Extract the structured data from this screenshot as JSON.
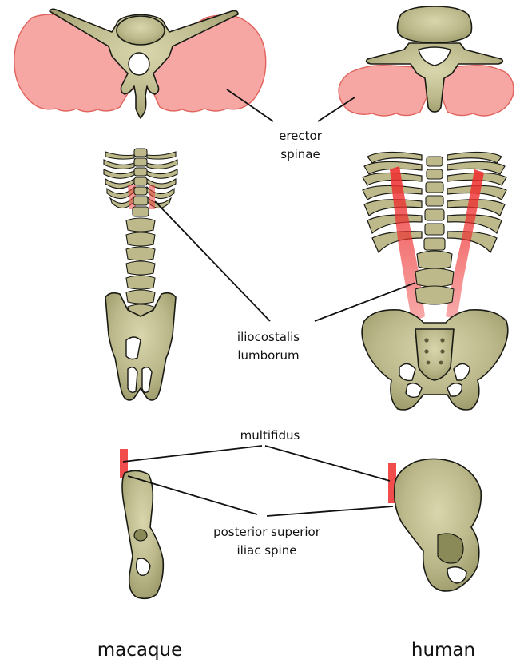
{
  "labels": {
    "erector_line1": "erector",
    "erector_line2": "spinae",
    "iliocostalis_line1": "iliocostalis",
    "iliocostalis_line2": "lumborum",
    "multifidus": "multifidus",
    "psis_line1": "posterior superior",
    "psis_line2": "iliac spine"
  },
  "columns": {
    "left": "macaque",
    "right": "human"
  },
  "colors": {
    "bone": "#b5b487",
    "bone_light": "#d6d3aa",
    "muscle_light": "#f7a7a3",
    "muscle_red": "#ee2e2e"
  }
}
